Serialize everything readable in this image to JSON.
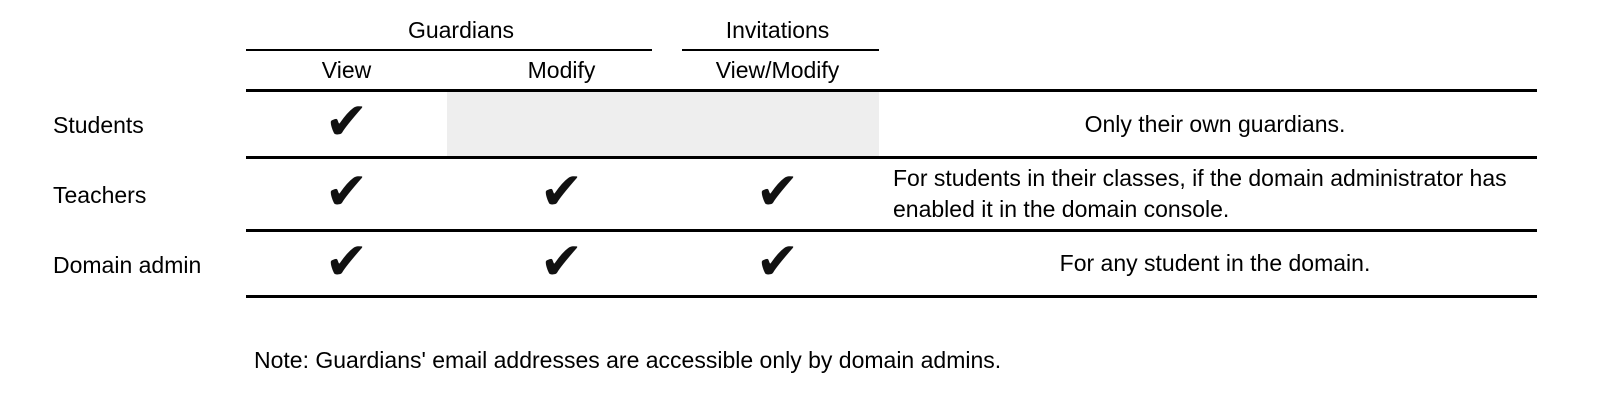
{
  "colors": {
    "text": "#000000",
    "line": "#000000",
    "shaded_cell": "#eeeeee",
    "background": "#ffffff"
  },
  "glyphs": {
    "check": "✔"
  },
  "table": {
    "header": {
      "guardians_group": "Guardians",
      "invitations_group": "Invitations",
      "view": "View",
      "modify": "Modify",
      "view_modify": "View/Modify"
    },
    "rows": [
      {
        "label": "Students",
        "guardians_view": true,
        "guardians_modify": false,
        "invitations_view_modify": false,
        "shaded_no_access": true,
        "note": "Only their own guardians."
      },
      {
        "label": "Teachers",
        "guardians_view": true,
        "guardians_modify": true,
        "invitations_view_modify": true,
        "shaded_no_access": false,
        "note": "For students in their classes, if the domain administrator has enabled it in the domain console."
      },
      {
        "label": "Domain admin",
        "guardians_view": true,
        "guardians_modify": true,
        "invitations_view_modify": true,
        "shaded_no_access": false,
        "note": "For any student in the domain."
      }
    ]
  },
  "footnote": "Note: Guardians' email addresses are accessible only by domain admins."
}
